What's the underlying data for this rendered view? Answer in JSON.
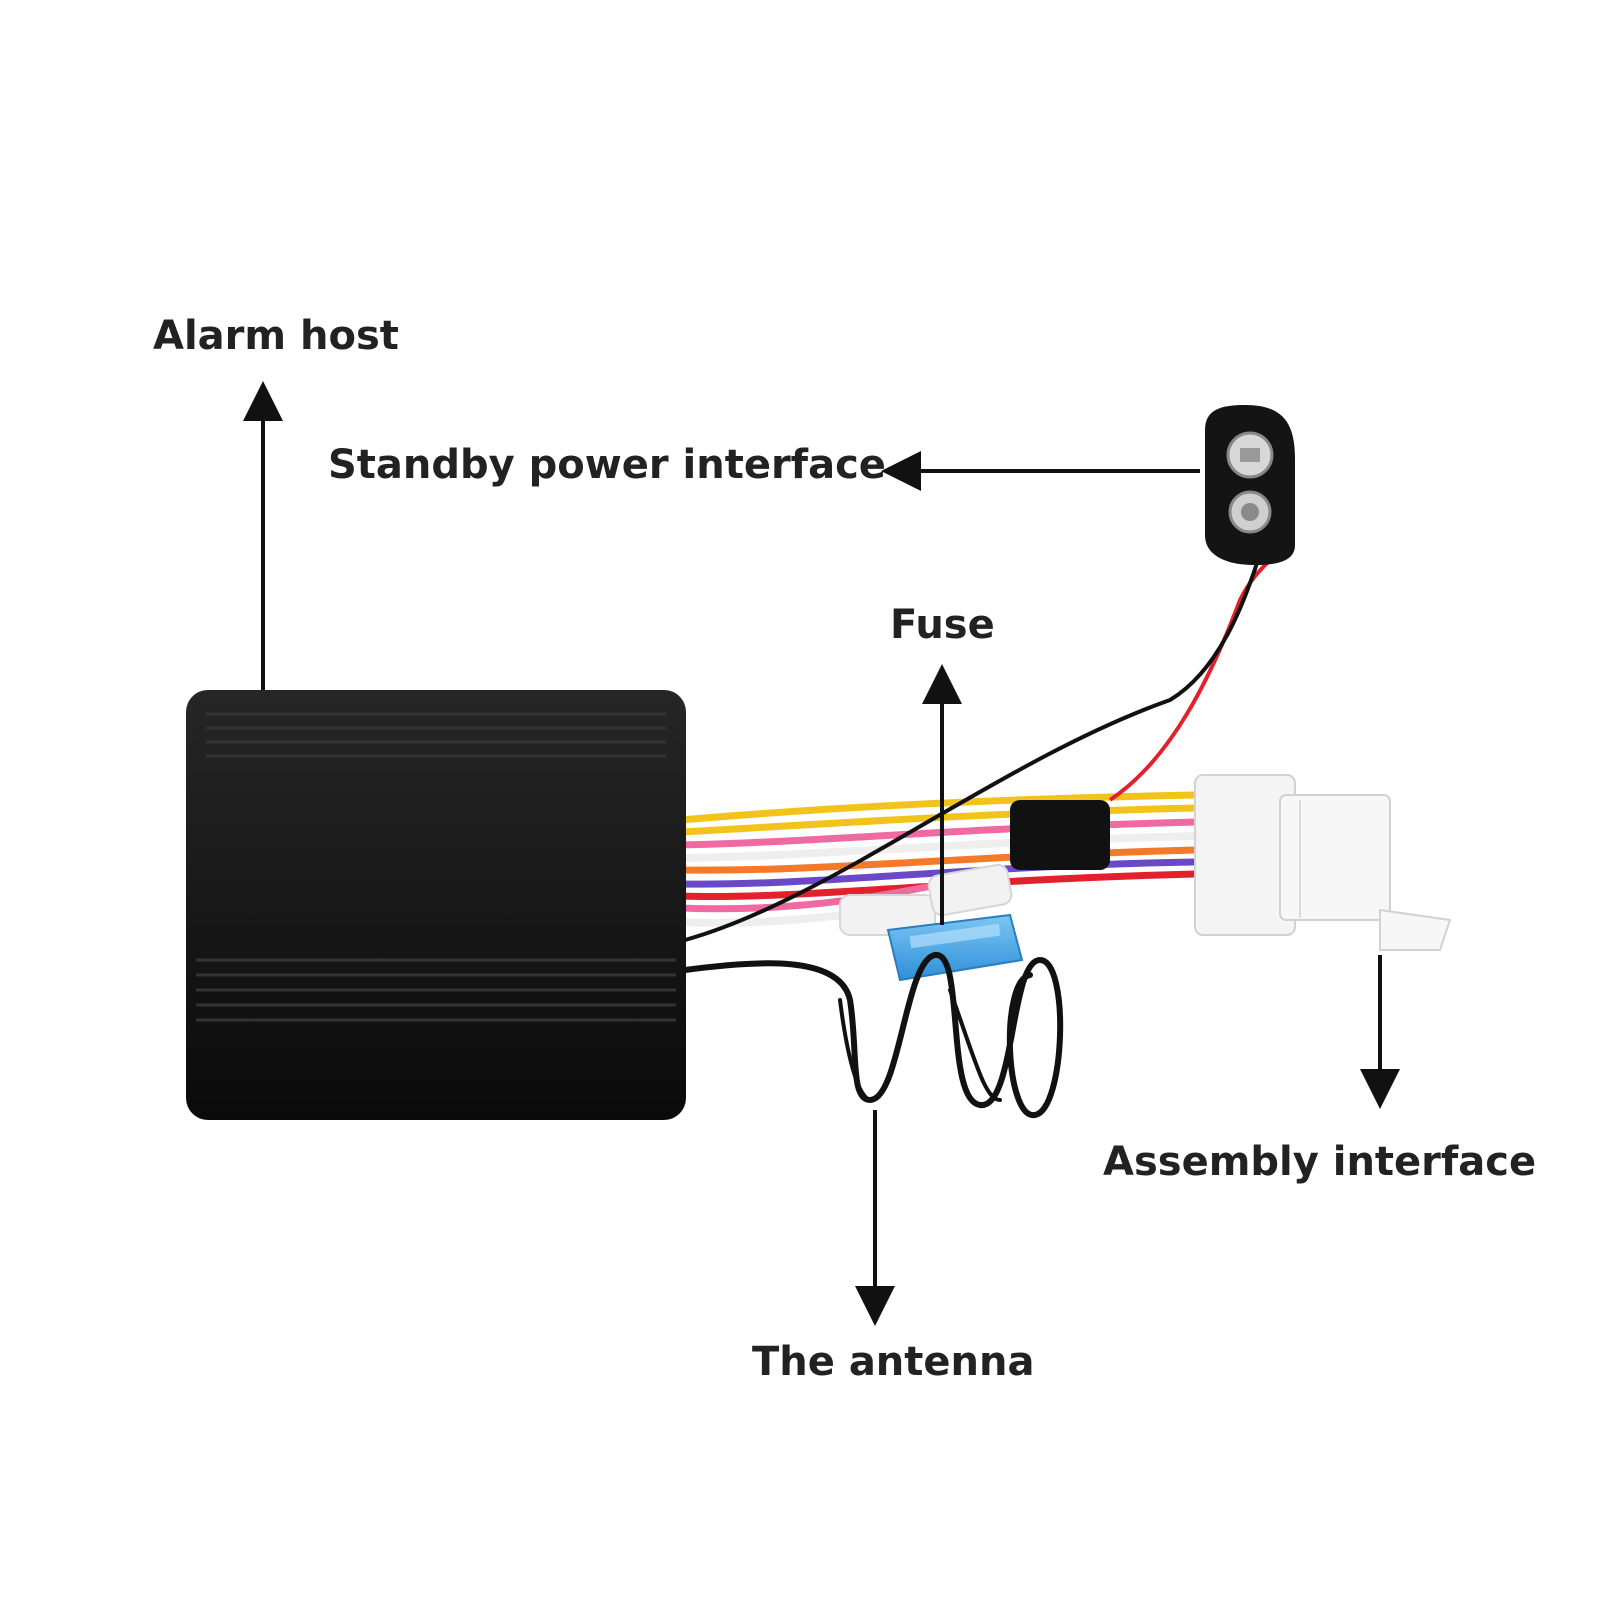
{
  "labels": {
    "alarm_host": "Alarm host",
    "standby_power": "Standby power interface",
    "fuse": "Fuse",
    "assembly": "Assembly interface",
    "antenna": "The antenna"
  },
  "colors": {
    "label_text": "#222222",
    "arrow": "#111111",
    "housing": "#111111",
    "connector": "#f4f4f4",
    "fuse": "#4aa8e8",
    "wire_red": "#e2212c",
    "wire_yellow": "#f2c31b",
    "wire_orange": "#f47a2a",
    "wire_pink": "#ee6aa0",
    "wire_purple": "#6b48c8",
    "wire_white": "#eeeeee",
    "wire_black": "#111111"
  }
}
